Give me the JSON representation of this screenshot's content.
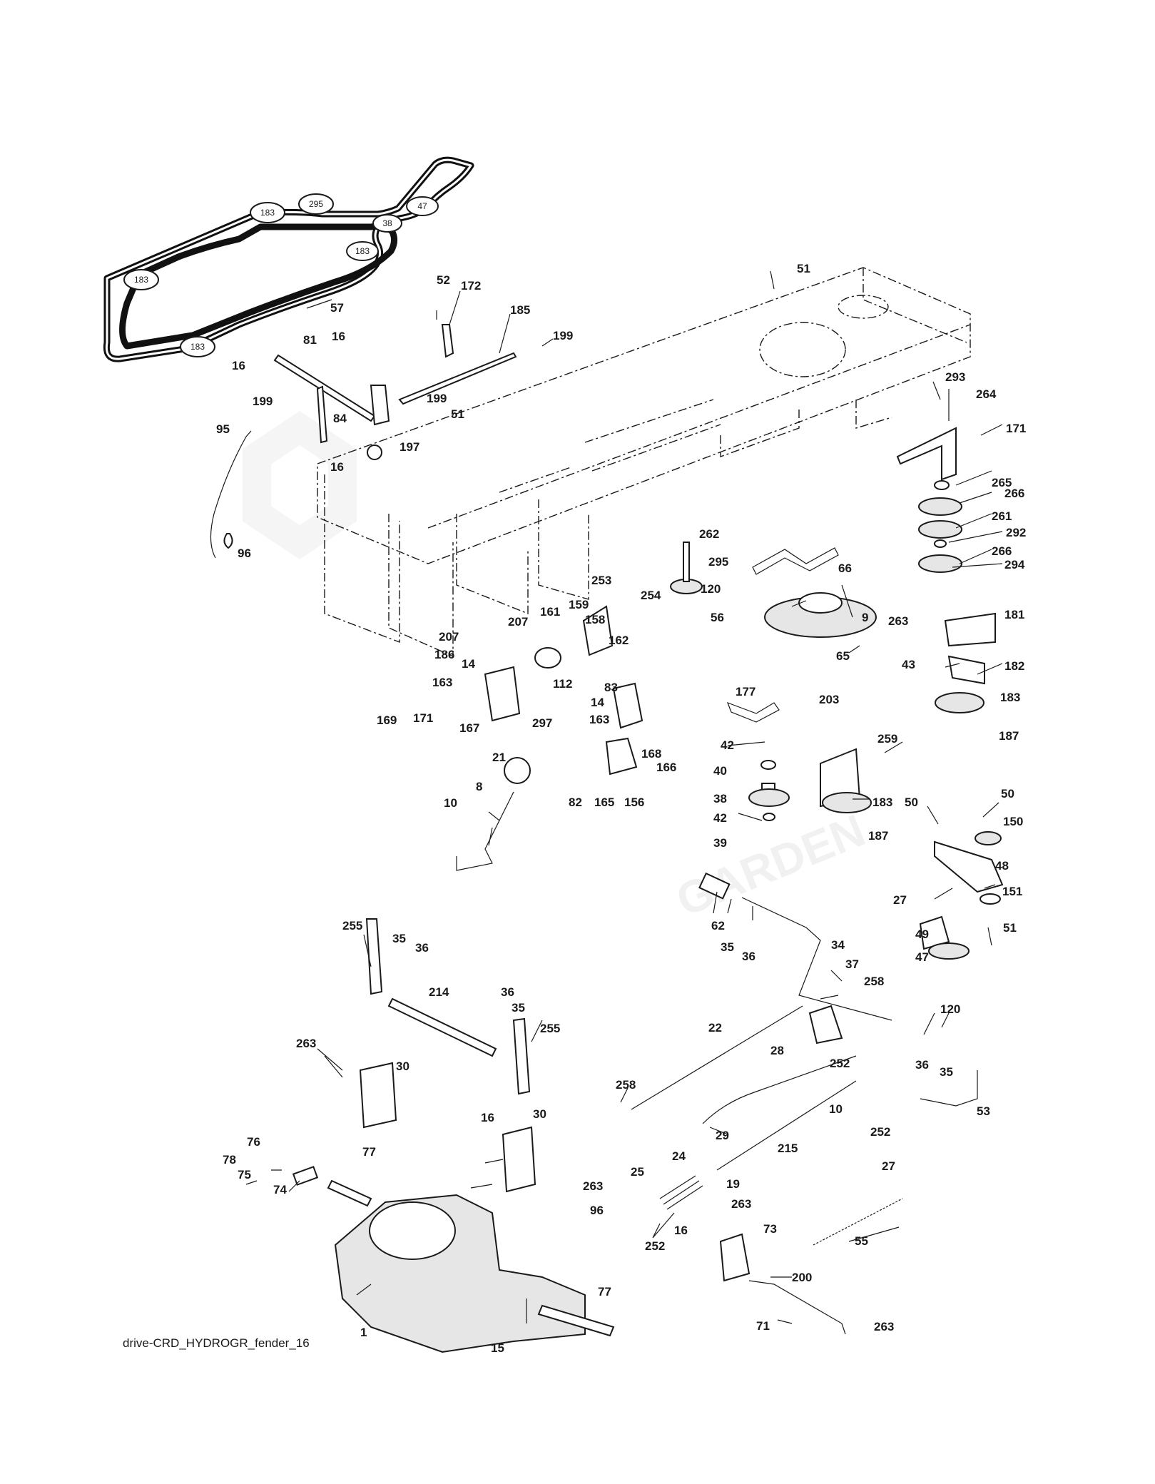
{
  "diagram": {
    "caption": "drive-CRD_HYDROGR_fender_16",
    "watermark": "GARDEN",
    "belt_callouts": [
      "183",
      "295",
      "47",
      "38",
      "183",
      "183",
      "183"
    ],
    "part_labels": [
      "57",
      "52",
      "172",
      "185",
      "199",
      "81",
      "16",
      "16",
      "199",
      "199",
      "51",
      "84",
      "197",
      "16",
      "95",
      "96",
      "51",
      "293",
      "264",
      "171",
      "265",
      "266",
      "261",
      "292",
      "266",
      "294",
      "262",
      "295",
      "120",
      "66",
      "56",
      "9",
      "253",
      "254",
      "161",
      "159",
      "158",
      "207",
      "207",
      "162",
      "186",
      "14",
      "112",
      "14",
      "163",
      "83",
      "163",
      "169",
      "171",
      "167",
      "297",
      "263",
      "181",
      "43",
      "182",
      "65",
      "183",
      "187",
      "203",
      "177",
      "259",
      "42",
      "40",
      "38",
      "42",
      "39",
      "183",
      "187",
      "21",
      "168",
      "166",
      "82",
      "165",
      "156",
      "10",
      "8",
      "50",
      "50",
      "150",
      "48",
      "27",
      "151",
      "49",
      "51",
      "47",
      "120",
      "62",
      "35",
      "36",
      "34",
      "37",
      "258",
      "36",
      "35",
      "53",
      "22",
      "28",
      "252",
      "10",
      "252",
      "27",
      "258",
      "29",
      "215",
      "19",
      "24",
      "25",
      "96",
      "252",
      "263",
      "73",
      "16",
      "55",
      "200",
      "71",
      "263",
      "255",
      "35",
      "36",
      "214",
      "36",
      "35",
      "255",
      "263",
      "30",
      "76",
      "78",
      "75",
      "74",
      "77",
      "16",
      "30",
      "263",
      "77",
      "1",
      "15"
    ]
  }
}
